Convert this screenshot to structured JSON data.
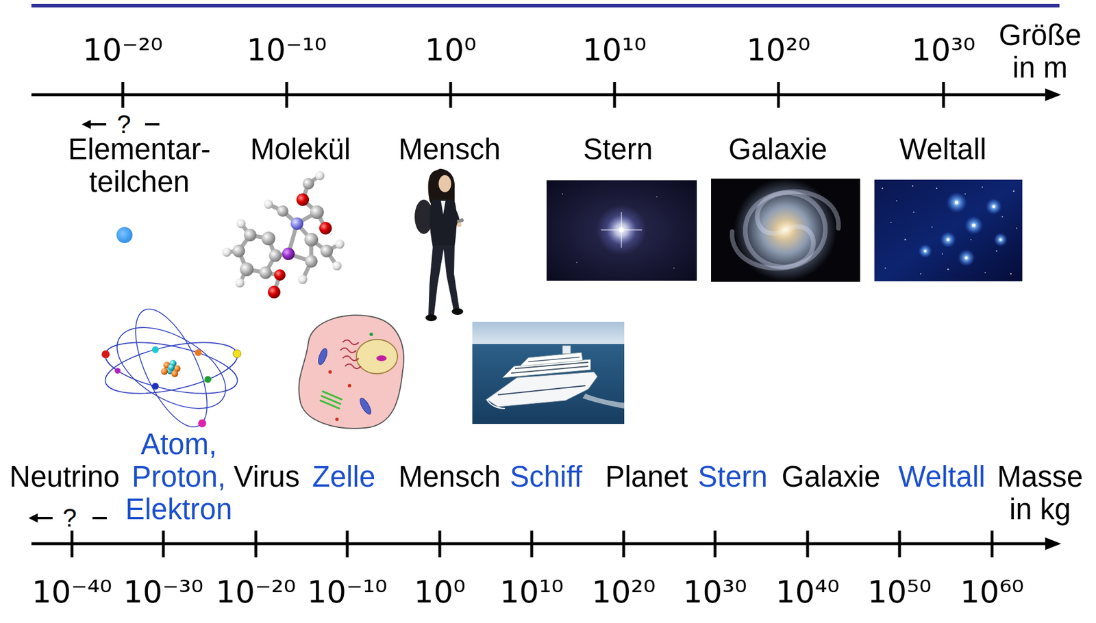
{
  "diagram": {
    "labels": [
      "10⁻²⁰",
      "10⁻¹⁰",
      "10⁰",
      "10¹⁰",
      "10²⁰",
      "10³⁰",
      "Größe in m",
      "?",
      "Elementar- teilchen",
      "Molekül",
      "Mensch",
      "Stern",
      "Galaxie",
      "Weltall",
      "Atom, Proton, Elektron",
      "Neutrino",
      "Virus",
      "Zelle",
      "Mensch",
      "Schiff",
      "Planet",
      "Stern",
      "Galaxie",
      "Weltall",
      "Masse in kg",
      "?",
      "10⁻⁴⁰",
      "10⁻³⁰",
      "10⁻²⁰",
      "10⁻¹⁰",
      "10⁰",
      "10¹⁰",
      "10²⁰",
      "10³⁰",
      "10⁴⁰",
      "10⁵⁰",
      "10⁶⁰"
    ]
  }
}
